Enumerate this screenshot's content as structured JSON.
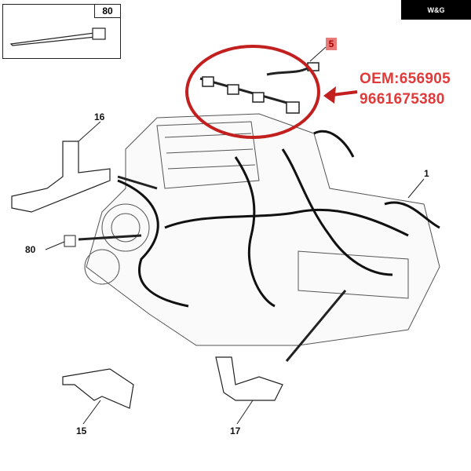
{
  "brand": {
    "logo_text": "W&G"
  },
  "callouts": {
    "inset_label": "80",
    "part_5": "5",
    "part_16": "16",
    "part_1": "1",
    "part_80": "80",
    "part_15": "15",
    "part_17": "17"
  },
  "oem": {
    "line1": "OEM:656905",
    "line2": "9661675380",
    "color": "#e03a3a"
  }
}
